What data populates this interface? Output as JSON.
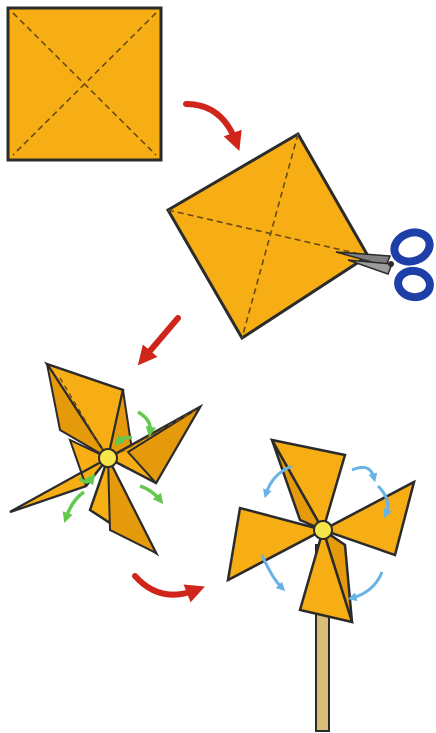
{
  "diagram": {
    "steps": [
      {
        "id": "square-paper"
      },
      {
        "id": "rotated-square-cut"
      },
      {
        "id": "folded-pinwheel"
      },
      {
        "id": "finished-pinwheel-on-stick"
      }
    ]
  },
  "colors": {
    "paper": "#F6AE14",
    "paper_shade": "#E59A0C",
    "outline": "#2B2B2B",
    "fold_line": "#6B4A12",
    "arrow_red": "#D0251B",
    "scissors_blue": "#1E3EA8",
    "scissors_blade": "#7F7F7F",
    "center_pin": "#F7E64A",
    "green_arrows": "#63C94E",
    "blue_arrows": "#67B3E6",
    "stick": "#D8BE77"
  },
  "icons": [
    "scissors-icon",
    "curved-arrow-icon"
  ]
}
